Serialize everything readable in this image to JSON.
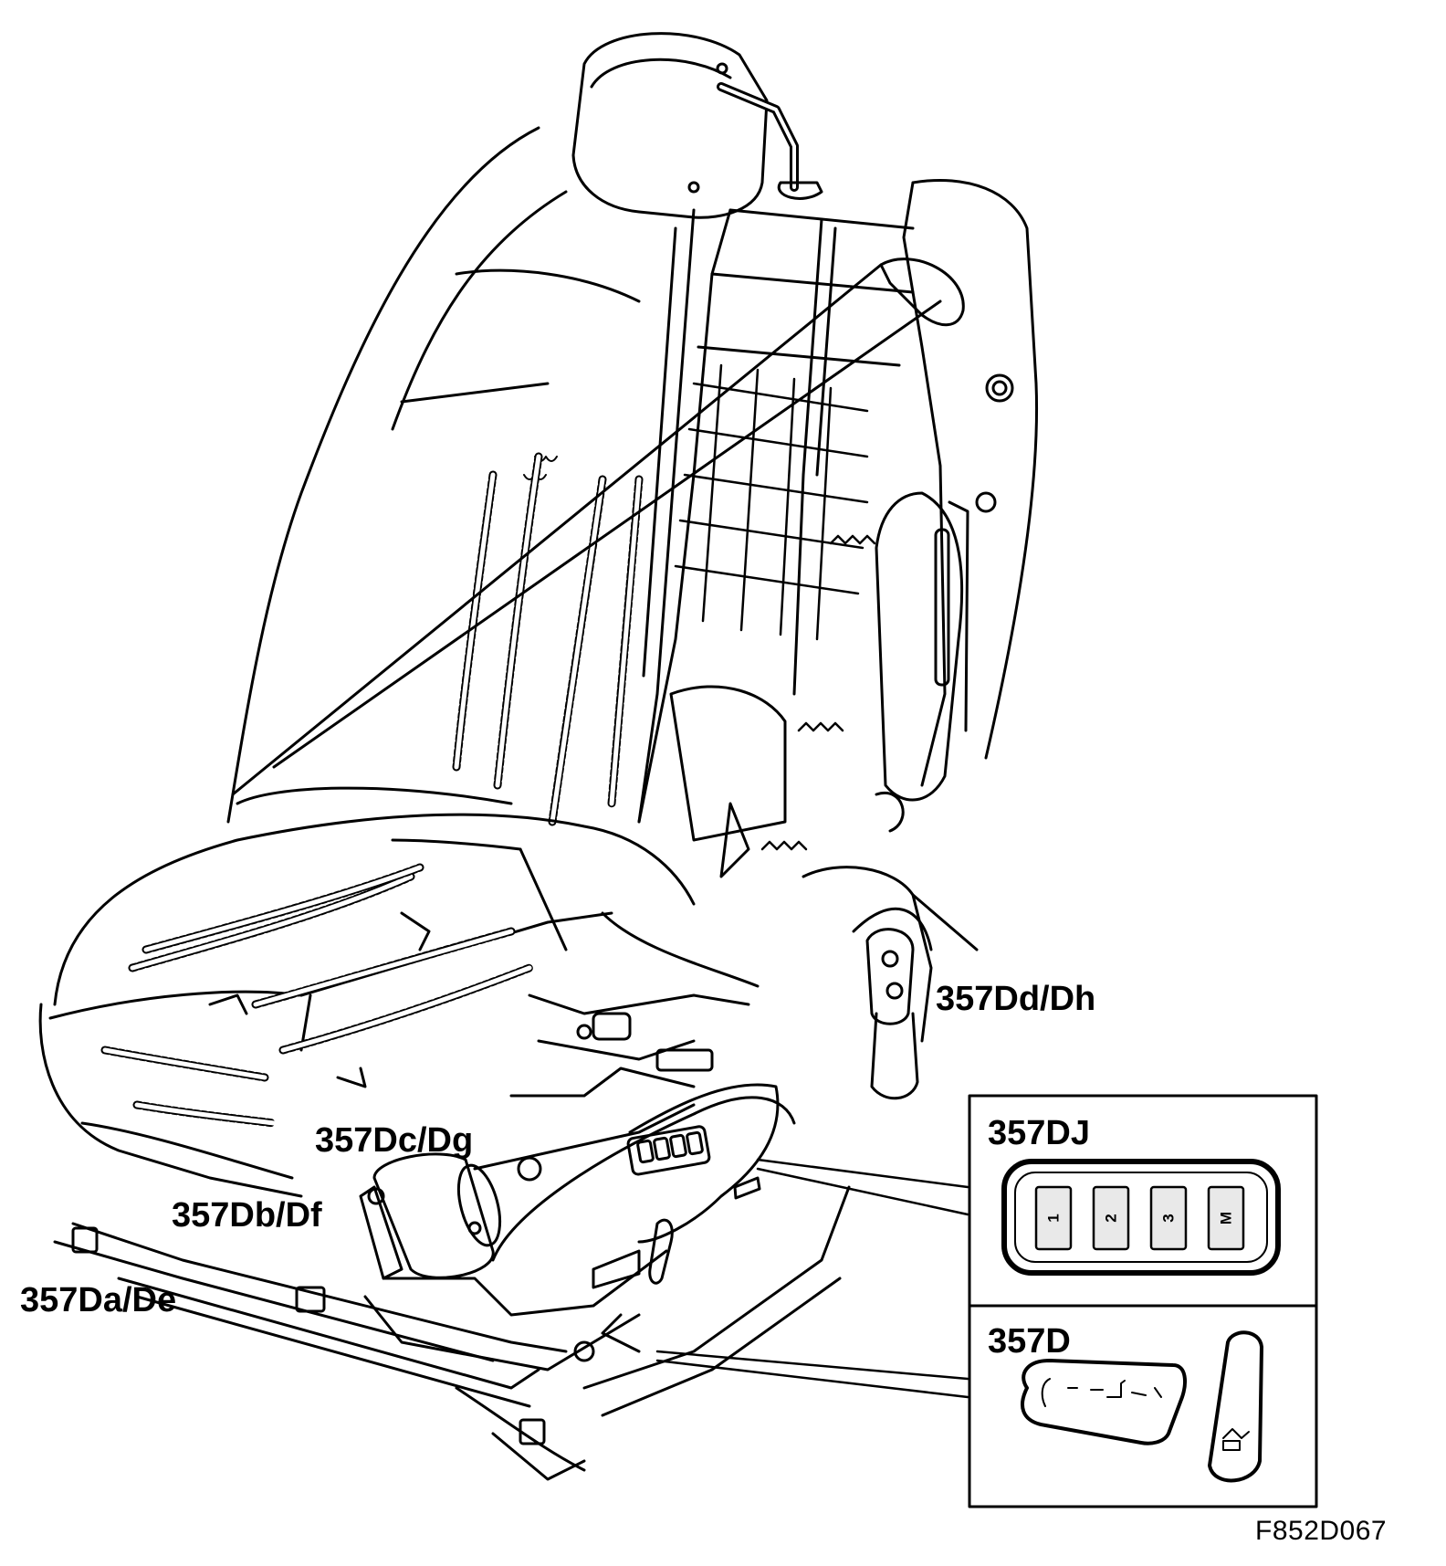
{
  "callouts": {
    "dd_dh": "357Dd/Dh",
    "dc_dg": "357Dc/Dg",
    "db_df": "357Db/Df",
    "da_de": "357Da/De"
  },
  "inset_memory": {
    "title": "357DJ",
    "buttons": [
      "1",
      "2",
      "3",
      "M"
    ]
  },
  "inset_switch": {
    "title": "357D"
  },
  "figure_code": "F852D067",
  "colors": {
    "ink": "#000000",
    "paper": "#ffffff",
    "button_fill": "#e9e9e9"
  }
}
